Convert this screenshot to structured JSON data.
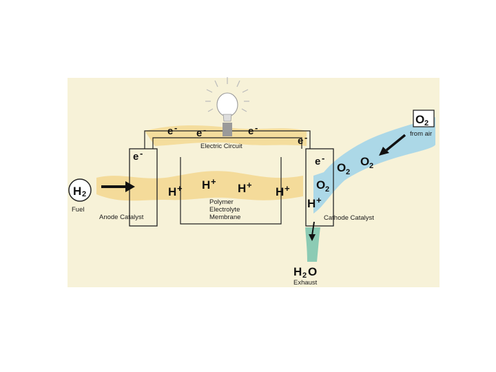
{
  "colors": {
    "panel_background": "#f7f2d8",
    "fuel_stream": "#f3d78f",
    "air_stream": "#9fd4ea",
    "exhaust_stream": "#7fc7b0",
    "outline": "#222222"
  },
  "labels": {
    "electric_circuit": "Electric Circuit",
    "fuel": "Fuel",
    "anode_catalyst": "Anode Catalyst",
    "membrane_line1": "Polymer",
    "membrane_line2": "Electrolyte",
    "membrane_line3": "Membrane",
    "cathode_catalyst": "Cathode Catalyst",
    "from_air": "from air",
    "exhaust": "Exhaust"
  },
  "species": {
    "h2_main": "H",
    "h2_sub": "2",
    "o2_main": "O",
    "o2_sub": "2",
    "h2o_h": "H",
    "h2o_sub": "2",
    "h2o_o": "O",
    "electron_main": "e",
    "electron_charge": "-",
    "proton_main": "H",
    "proton_charge": "+"
  },
  "icons": {
    "bulb": "light-bulb-icon",
    "arrows": "arrow-icon"
  }
}
